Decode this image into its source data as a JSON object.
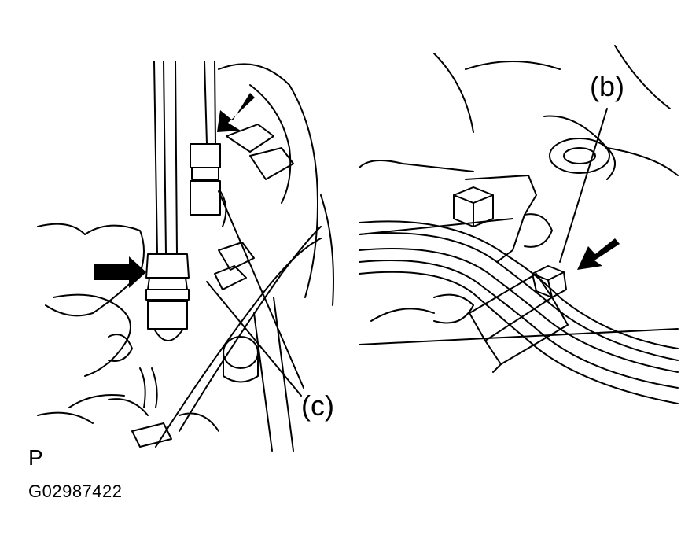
{
  "callouts": {
    "left": "(c)",
    "right": "(b)"
  },
  "view_marker": "P",
  "figure_code": "G02987422",
  "colors": {
    "line": "#000000",
    "background": "#ffffff"
  }
}
